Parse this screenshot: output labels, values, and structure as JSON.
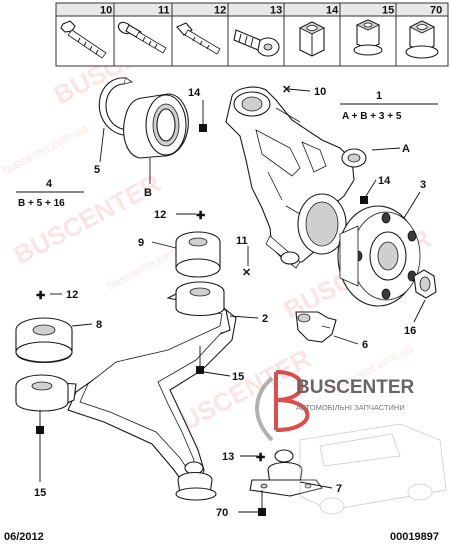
{
  "legend_header": [
    "10",
    "11",
    "12",
    "13",
    "14",
    "15",
    "70"
  ],
  "callouts": {
    "c1": "1",
    "c1_formula": "A + B + 3 + 5",
    "c4": "4",
    "c4_formula": "B + 5 + 16",
    "c14a": "14",
    "c10": "10",
    "c5": "5",
    "cB": "B",
    "cA": "A",
    "c14b": "14",
    "c3": "3",
    "c12a": "12",
    "c9": "9",
    "c11": "11",
    "c12b": "12",
    "c8": "8",
    "c2": "2",
    "c6": "6",
    "c16": "16",
    "c15a": "15",
    "c15b": "15",
    "c13": "13",
    "c7": "7",
    "c70": "70"
  },
  "footer": {
    "date": "06/2012",
    "code": "00019897"
  },
  "watermark": {
    "brand": "BUSCENTER",
    "site": "buscenter.com.ua",
    "logo_text": "BUSCENTER",
    "logo_subtitle": "АВТОМОБІЛЬНІ ЗАПЧАСТИНИ"
  },
  "colors": {
    "accent": "#d32f2f",
    "line": "#1a1a1a",
    "logo_gray": "#666666"
  }
}
